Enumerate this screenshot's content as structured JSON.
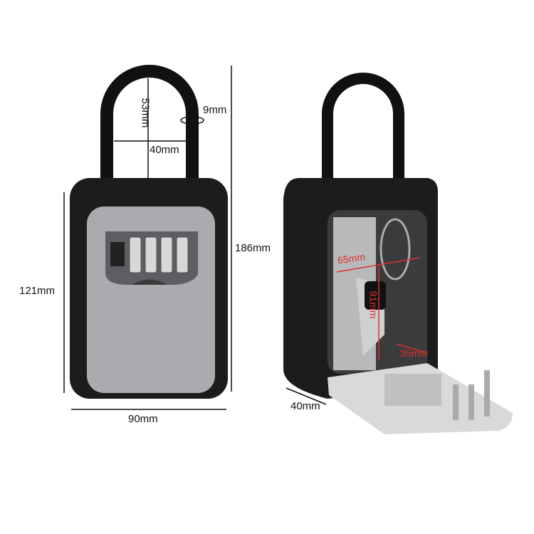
{
  "dimensions": {
    "shackle_height": "53mm",
    "shackle_diameter": "9mm",
    "shackle_width": "40mm",
    "total_height": "186mm",
    "body_height": "121mm",
    "body_width": "90mm",
    "depth": "40mm",
    "inner_width": "65mm",
    "inner_height": "91mm",
    "inner_depth": "35mm"
  },
  "colors": {
    "body": "#1c1c1c",
    "face": "#a9abae",
    "annotation": "#e0302a"
  }
}
